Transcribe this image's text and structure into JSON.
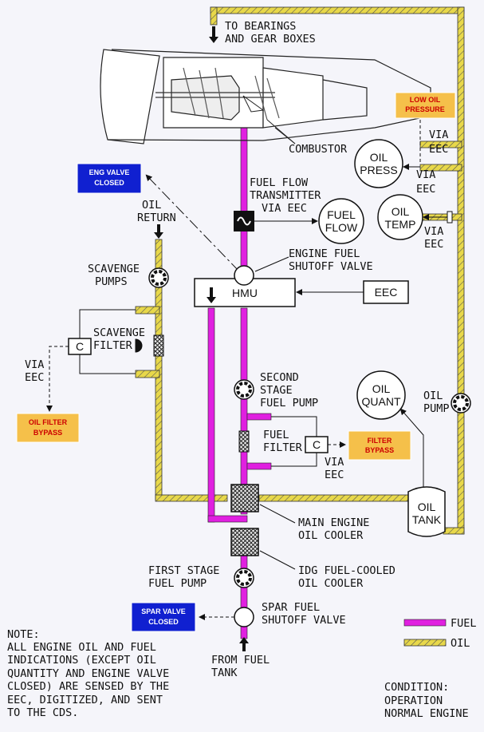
{
  "labels": {
    "to_bearings": [
      "TO BEARINGS",
      "AND GEAR BOXES"
    ],
    "combustor": "COMBUSTOR",
    "low_oil_pressure": [
      "LOW OIL",
      "PRESSURE"
    ],
    "via_eec_press": [
      "VIA",
      "EEC"
    ],
    "oil_press": [
      "OIL",
      "PRESS"
    ],
    "via_eec_press2": [
      "VIA",
      "EEC"
    ],
    "oil_temp": [
      "OIL",
      "TEMP"
    ],
    "via_eec_temp": [
      "VIA",
      "EEC"
    ],
    "eng_valve_closed": [
      "ENG VALVE",
      "CLOSED"
    ],
    "fuel_flow_transmitter": [
      "FUEL FLOW",
      "TRANSMITTER",
      "VIA EEC"
    ],
    "fuel_flow": [
      "FUEL",
      "FLOW"
    ],
    "oil_return": [
      "OIL",
      "RETURN"
    ],
    "engine_fuel_shutoff": [
      "ENGINE FUEL",
      "SHUTOFF VALVE"
    ],
    "scavenge_pumps": [
      "SCAVENGE",
      "PUMPS"
    ],
    "hmu": "HMU",
    "eec": "EEC",
    "scavenge_filter": [
      "SCAVENGE",
      "FILTER"
    ],
    "c": "C",
    "via_eec_left": [
      "VIA",
      "EEC"
    ],
    "oil_filter_bypass": [
      "OIL FILTER",
      "BYPASS"
    ],
    "second_stage_pump": [
      "SECOND",
      "STAGE",
      "FUEL PUMP"
    ],
    "oil_quant": [
      "OIL",
      "QUANT"
    ],
    "oil_pump": [
      "OIL",
      "PUMP"
    ],
    "fuel_filter": [
      "FUEL",
      "FILTER"
    ],
    "filter_bypass": [
      "FILTER",
      "BYPASS"
    ],
    "via_eec_fuel": [
      "VIA",
      "EEC"
    ],
    "oil_tank": [
      "OIL",
      "TANK"
    ],
    "main_engine_oil_cooler": [
      "MAIN ENGINE",
      "OIL COOLER"
    ],
    "first_stage_pump": [
      "FIRST STAGE",
      "FUEL PUMP"
    ],
    "idg_cooler": [
      "IDG FUEL-COOLED",
      "OIL COOLER"
    ],
    "spar_valve_closed": [
      "SPAR VALVE",
      "CLOSED"
    ],
    "spar_fuel_shutoff": [
      "SPAR FUEL",
      "SHUTOFF VALVE"
    ],
    "from_fuel_tank": [
      "FROM FUEL",
      "TANK"
    ],
    "note": [
      "NOTE:",
      "ALL ENGINE OIL AND FUEL",
      "INDICATIONS (EXCEPT OIL",
      "QUANTITY AND ENGINE VALVE",
      "CLOSED) ARE SENSED BY THE",
      "EEC, DIGITIZED, AND SENT",
      "TO THE CDS."
    ],
    "condition": [
      "CONDITION:",
      "OPERATION",
      "NORMAL ENGINE"
    ]
  },
  "legend": {
    "fuel": "FUEL",
    "oil": "OIL"
  },
  "colors": {
    "fuel": "#e020e0",
    "oil": "#e8d84a",
    "amber_box": "#f5c04a",
    "blue_box": "#1020d0"
  }
}
